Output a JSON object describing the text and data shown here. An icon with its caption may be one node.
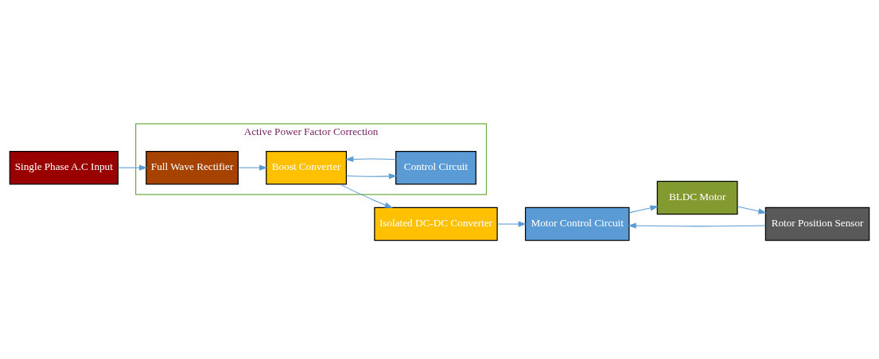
{
  "diagram": {
    "nodes": [
      {
        "text": [
          "Active Power Factor Correction"
        ]
      },
      {
        "text": [
          "Full Wave Rectifier"
        ],
        "in": 0
      },
      {
        "text": [
          "Boost Converter"
        ],
        "in": 0
      },
      {
        "text": [
          "Control Circuit"
        ],
        "in": 0
      },
      {
        "text": [
          "Single Phase A.C Input"
        ]
      },
      {
        "text": [
          "Isolated DC-DC Converter"
        ]
      },
      {
        "text": [
          "BLDC Motor"
        ]
      },
      {
        "text": [
          "Motor Control Circuit"
        ]
      },
      {
        "text": [
          "Rotor Position Sensor"
        ]
      }
    ],
    "edges": [
      {
        "from": 4,
        "to": 1,
        "arrow": "to"
      },
      {
        "from": 1,
        "to": 2,
        "arrow": "to"
      },
      {
        "from": 2,
        "to": 5,
        "arrow": "to"
      },
      {
        "from": 2,
        "to": 3,
        "arrow": "to"
      },
      {
        "from": 3,
        "to": 2,
        "arrow": "to"
      },
      {
        "from": 5,
        "to": 7,
        "arrow": "to"
      },
      {
        "from": 7,
        "to": 6,
        "arrow": "to"
      },
      {
        "from": 6,
        "to": 8,
        "arrow": "to"
      },
      {
        "from": 8,
        "to": 7,
        "arrow": "to"
      }
    ]
  }
}
